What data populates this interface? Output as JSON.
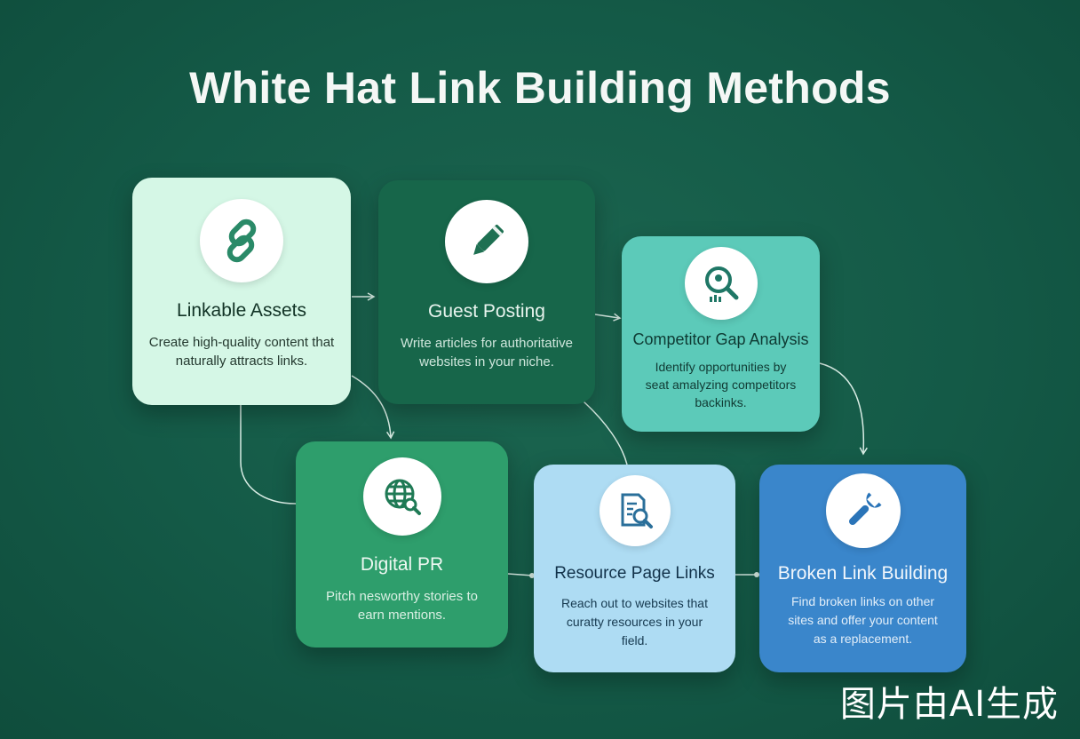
{
  "title": "White Hat Link Building Methods",
  "cards": {
    "linkable_assets": {
      "title": "Linkable Assets",
      "description": "Create high-quality content that naturally attracts links.",
      "icon": "link-icon"
    },
    "guest_posting": {
      "title": "Guest Posting",
      "description": "Write articles for authoritative websites in your niche.",
      "icon": "pencil-icon"
    },
    "competitor_gap": {
      "title": "Competitor Gap Analysis",
      "description": "Identify opportunities by seat amalyzing competitors backinks.",
      "icon": "magnifier-chart-icon"
    },
    "digital_pr": {
      "title": "Digital PR",
      "description": "Pitch nesworthy stories to earn mentions.",
      "icon": "globe-search-icon"
    },
    "resource_page": {
      "title": "Resource Page Links",
      "description": "Reach out to websites that curatty resources in your field.",
      "icon": "document-search-icon"
    },
    "broken_link": {
      "title": "Broken Link Building",
      "description": "Find broken links on other sites and offer your content as a replacement.",
      "icon": "wrench-icon"
    }
  },
  "colors": {
    "background": "#145a47",
    "linkable_assets": "#d5f7e6",
    "guest_posting": "#17664a",
    "competitor_gap": "#5ccab9",
    "digital_pr": "#2e9e6c",
    "resource_page": "#aedcf3",
    "broken_link": "#3a86cb"
  },
  "watermark": "图片由AI生成"
}
